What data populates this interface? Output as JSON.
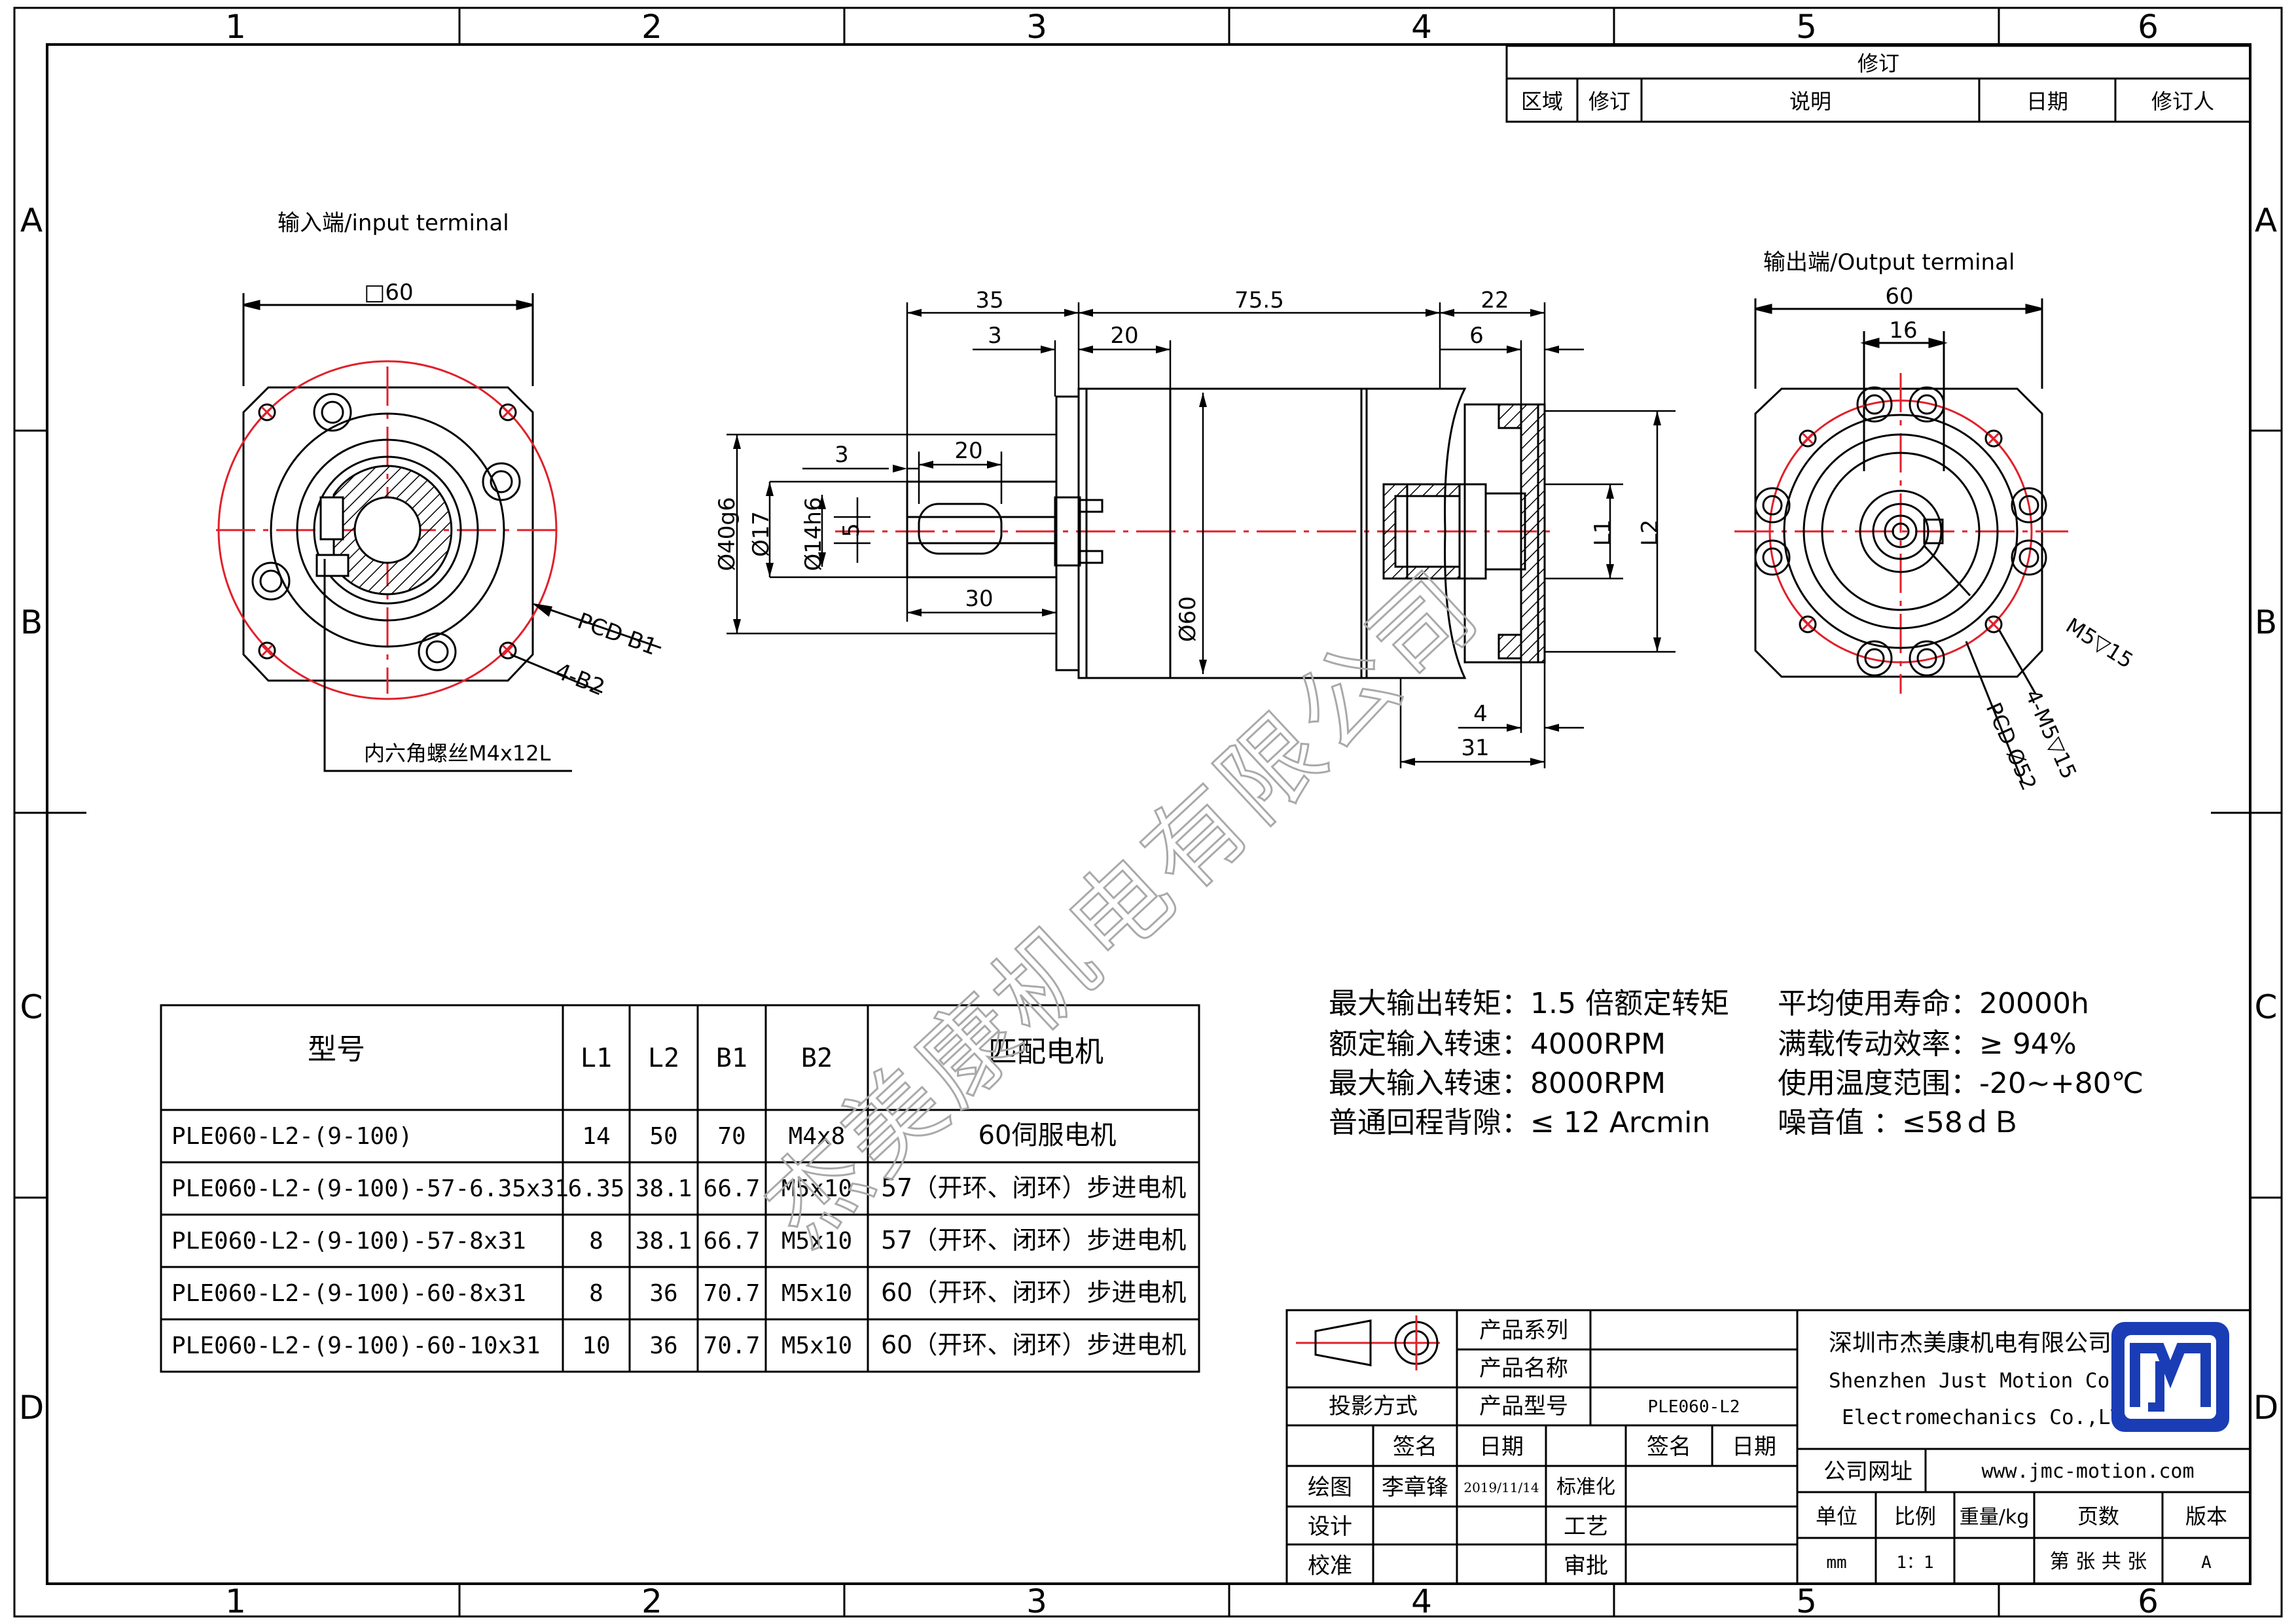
{
  "frame": {
    "cols": [
      "1",
      "2",
      "3",
      "4",
      "5",
      "6"
    ],
    "rows": [
      "A",
      "B",
      "C",
      "D"
    ]
  },
  "revision": {
    "header": "修订",
    "cols": [
      "区域",
      "修订",
      "说明",
      "日期",
      "修订人"
    ]
  },
  "views": {
    "input_title": "输入端/input terminal",
    "output_title": "输出端/Output terminal",
    "input_dims": {
      "square": "□60",
      "pcd": "PCD B1",
      "holes": "4-B2",
      "screw": "内六角螺丝M4x12L"
    },
    "side_dims": {
      "d35": "35",
      "d75_5": "75.5",
      "d22": "22",
      "d3a": "3",
      "d20a": "20",
      "d6": "6",
      "d3b": "3",
      "d20b": "20",
      "d30": "30",
      "d5": "5",
      "d40g6": "Ø40g6",
      "d17": "Ø17",
      "d14h6": "Ø14h6",
      "d60": "Ø60",
      "l1": "L1",
      "l2": "L2",
      "d4": "4",
      "d31": "31"
    },
    "output_dims": {
      "w60": "60",
      "w16": "16",
      "m5": "M5▽15",
      "m5x4": "4-M5▽15",
      "pcd52": "PCD Ø52"
    }
  },
  "watermark": "杰美康机电有限公司",
  "spec_table": {
    "headers": [
      "型号",
      "L1",
      "L2",
      "B1",
      "B2",
      "匹配电机"
    ],
    "rows": [
      [
        "PLE060-L2-(9-100)",
        "14",
        "50",
        "70",
        "M4x8",
        "60伺服电机"
      ],
      [
        "PLE060-L2-(9-100)-57-6.35x31",
        "6.35",
        "38.1",
        "66.7",
        "M5x10",
        "57（开环、闭环）步进电机"
      ],
      [
        "PLE060-L2-(9-100)-57-8x31",
        "8",
        "38.1",
        "66.7",
        "M5x10",
        "57（开环、闭环）步进电机"
      ],
      [
        "PLE060-L2-(9-100)-60-8x31",
        "8",
        "36",
        "70.7",
        "M5x10",
        "60（开环、闭环）步进电机"
      ],
      [
        "PLE060-L2-(9-100)-60-10x31",
        "10",
        "36",
        "70.7",
        "M5x10",
        "60（开环、闭环）步进电机"
      ]
    ]
  },
  "specs": [
    "最大输出转矩：1.5 倍额定转矩",
    "额定输入转速：4000RPM",
    "最大输入转速：8000RPM",
    "普通回程背隙：≤ 12 Arcmin",
    "平均使用寿命：20000h",
    "满载传动效率：≥    94%",
    "使用温度范围：-20~+80℃",
    "噪音值           ：≤58ｄＢ"
  ],
  "title_block": {
    "product_series": "产品系列",
    "product_name": "产品名称",
    "projection": "投影方式",
    "product_model": "产品型号",
    "model_value": "PLE060-L2",
    "sign": "签名",
    "date": "日期",
    "draw": "绘图",
    "drawer": "李章锋",
    "draw_date": "2019/11/14",
    "standard": "标准化",
    "design": "设计",
    "process": "工艺",
    "check": "校准",
    "approve": "审批",
    "company_cn": "深圳市杰美康机电有限公司",
    "company_en1": "Shenzhen Just Motion Control",
    "company_en2": "Electromechanics Co.,LTD",
    "website_label": "公司网址",
    "website": "www.jmc-motion.com",
    "unit_label": "单位",
    "scale_label": "比例",
    "weight_label": "重量/kg",
    "pages_label": "页数",
    "version_label": "版本",
    "unit": "mm",
    "scale": "1：1",
    "pages": "第 张 共 张",
    "version": "A"
  },
  "colors": {
    "line": "#000000",
    "red": "#e0202a",
    "logo": "#1a3db5",
    "watermark": "#bdbdbd"
  }
}
